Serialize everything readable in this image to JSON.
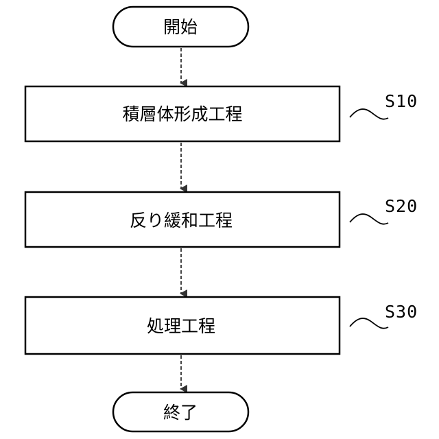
{
  "flowchart": {
    "start": {
      "label": "開始"
    },
    "steps": [
      {
        "label": "積層体形成工程",
        "ref": "S10"
      },
      {
        "label": "反り緩和工程",
        "ref": "S20"
      },
      {
        "label": "処理工程",
        "ref": "S30"
      }
    ],
    "end": {
      "label": "終了"
    }
  },
  "colors": {
    "stroke": "#000000",
    "background": "#ffffff",
    "arrow": "#444444"
  }
}
